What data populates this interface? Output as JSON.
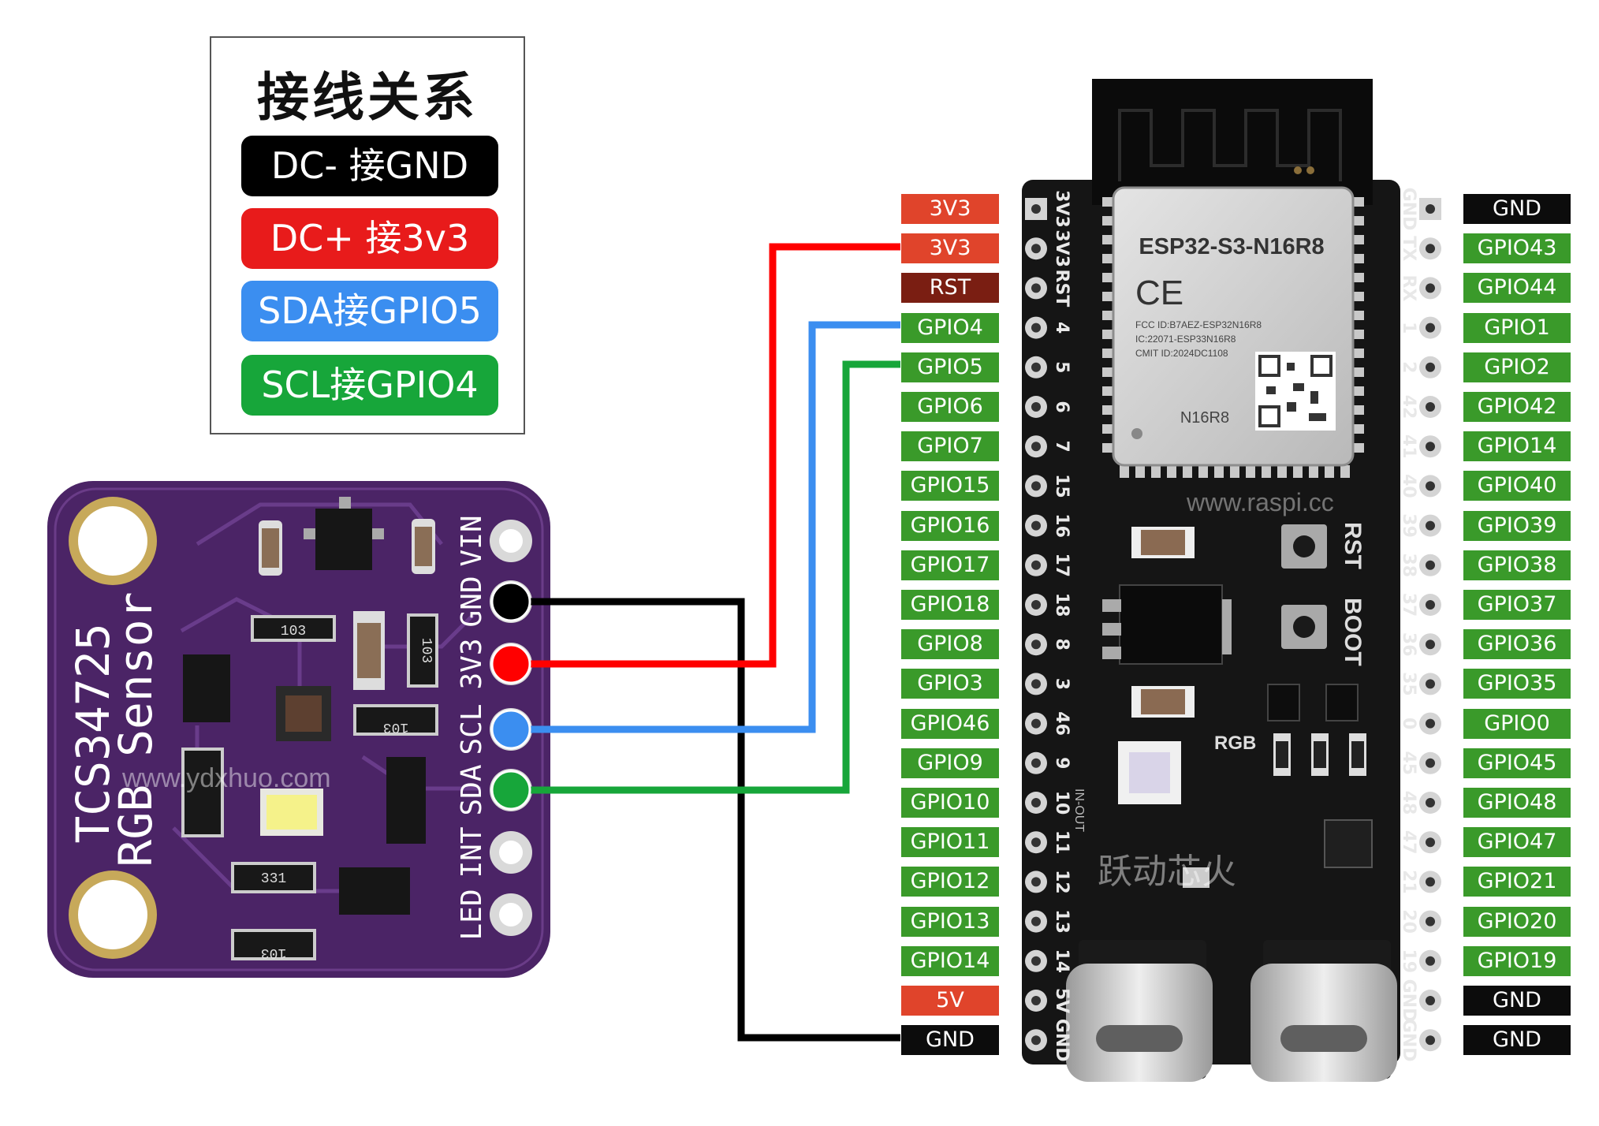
{
  "legend": {
    "title": "接线关系",
    "items": [
      {
        "text": "DC- 接GND",
        "color": "#000000"
      },
      {
        "text": "DC+ 接3v3",
        "color": "#e81b1b"
      },
      {
        "text": "SDA接GPIO5",
        "color": "#3b8ef0"
      },
      {
        "text": "SCL接GPIO4",
        "color": "#17a63a"
      }
    ]
  },
  "sensor": {
    "name_line1": "TCS34725",
    "name_line2": "RGB Sensor",
    "pins": [
      "VIN",
      "GND",
      "3V3",
      "SCL",
      "SDA",
      "INT",
      "LED"
    ],
    "watermark": "www.ydxhuo.com",
    "resistors": [
      "103",
      "103",
      "103",
      "331",
      "103"
    ]
  },
  "board": {
    "module_name": "ESP32-S3-N16R8",
    "ce_mark": "CE",
    "fcc_lines": [
      "FCC ID:B7AEZ-ESP32N16R8",
      "IC:22071-ESP33N16R8",
      "CMIT ID:2024DC1108"
    ],
    "variant": "N16R8",
    "website": "www.raspi.cc",
    "brand": "跃动芯火",
    "rst_label": "RST",
    "boot_label": "BOOT",
    "rgb_label": "RGB",
    "in_out_label": "IN-OUT",
    "left_silk": [
      "3V3",
      "3V3",
      "RST",
      "4",
      "5",
      "6",
      "7",
      "15",
      "16",
      "17",
      "18",
      "8",
      "3",
      "46",
      "9",
      "10",
      "11",
      "12",
      "13",
      "14",
      "5V",
      "GND"
    ],
    "right_silk": [
      "GND",
      "TX",
      "RX",
      "1",
      "2",
      "42",
      "41",
      "40",
      "39",
      "38",
      "37",
      "36",
      "35",
      "0",
      "45",
      "48",
      "47",
      "21",
      "20",
      "19",
      "GND",
      "GND"
    ]
  },
  "left_pins": [
    {
      "label": "3V3",
      "color": "#e0442b"
    },
    {
      "label": "3V3",
      "color": "#e0442b"
    },
    {
      "label": "RST",
      "color": "#7a1e12"
    },
    {
      "label": "GPIO4",
      "color": "#3a9a2a"
    },
    {
      "label": "GPIO5",
      "color": "#3a9a2a"
    },
    {
      "label": "GPIO6",
      "color": "#3a9a2a"
    },
    {
      "label": "GPIO7",
      "color": "#3a9a2a"
    },
    {
      "label": "GPIO15",
      "color": "#3a9a2a"
    },
    {
      "label": "GPIO16",
      "color": "#3a9a2a"
    },
    {
      "label": "GPIO17",
      "color": "#3a9a2a"
    },
    {
      "label": "GPIO18",
      "color": "#3a9a2a"
    },
    {
      "label": "GPIO8",
      "color": "#3a9a2a"
    },
    {
      "label": "GPIO3",
      "color": "#3a9a2a"
    },
    {
      "label": "GPIO46",
      "color": "#3a9a2a"
    },
    {
      "label": "GPIO9",
      "color": "#3a9a2a"
    },
    {
      "label": "GPIO10",
      "color": "#3a9a2a"
    },
    {
      "label": "GPIO11",
      "color": "#3a9a2a"
    },
    {
      "label": "GPIO12",
      "color": "#3a9a2a"
    },
    {
      "label": "GPIO13",
      "color": "#3a9a2a"
    },
    {
      "label": "GPIO14",
      "color": "#3a9a2a"
    },
    {
      "label": "5V",
      "color": "#e0442b"
    },
    {
      "label": "GND",
      "color": "#0c0c0c"
    }
  ],
  "right_pins": [
    {
      "label": "GND",
      "color": "#0c0c0c"
    },
    {
      "label": "GPIO43",
      "color": "#3a9a2a"
    },
    {
      "label": "GPIO44",
      "color": "#3a9a2a"
    },
    {
      "label": "GPIO1",
      "color": "#3a9a2a"
    },
    {
      "label": "GPIO2",
      "color": "#3a9a2a"
    },
    {
      "label": "GPIO42",
      "color": "#3a9a2a"
    },
    {
      "label": "GPIO14",
      "color": "#3a9a2a"
    },
    {
      "label": "GPIO40",
      "color": "#3a9a2a"
    },
    {
      "label": "GPIO39",
      "color": "#3a9a2a"
    },
    {
      "label": "GPIO38",
      "color": "#3a9a2a"
    },
    {
      "label": "GPIO37",
      "color": "#3a9a2a"
    },
    {
      "label": "GPIO36",
      "color": "#3a9a2a"
    },
    {
      "label": "GPIO35",
      "color": "#3a9a2a"
    },
    {
      "label": "GPIO0",
      "color": "#3a9a2a"
    },
    {
      "label": "GPIO45",
      "color": "#3a9a2a"
    },
    {
      "label": "GPIO48",
      "color": "#3a9a2a"
    },
    {
      "label": "GPIO47",
      "color": "#3a9a2a"
    },
    {
      "label": "GPIO21",
      "color": "#3a9a2a"
    },
    {
      "label": "GPIO20",
      "color": "#3a9a2a"
    },
    {
      "label": "GPIO19",
      "color": "#3a9a2a"
    },
    {
      "label": "GND",
      "color": "#0c0c0c"
    },
    {
      "label": "GND",
      "color": "#0c0c0c"
    }
  ],
  "colors": {
    "wire_gnd": "#000000",
    "wire_3v3": "#ff0000",
    "wire_sda": "#3b8ef0",
    "wire_scl": "#17a63a",
    "sensor_pcb": "#4b2466",
    "board_pcb": "#151515"
  }
}
